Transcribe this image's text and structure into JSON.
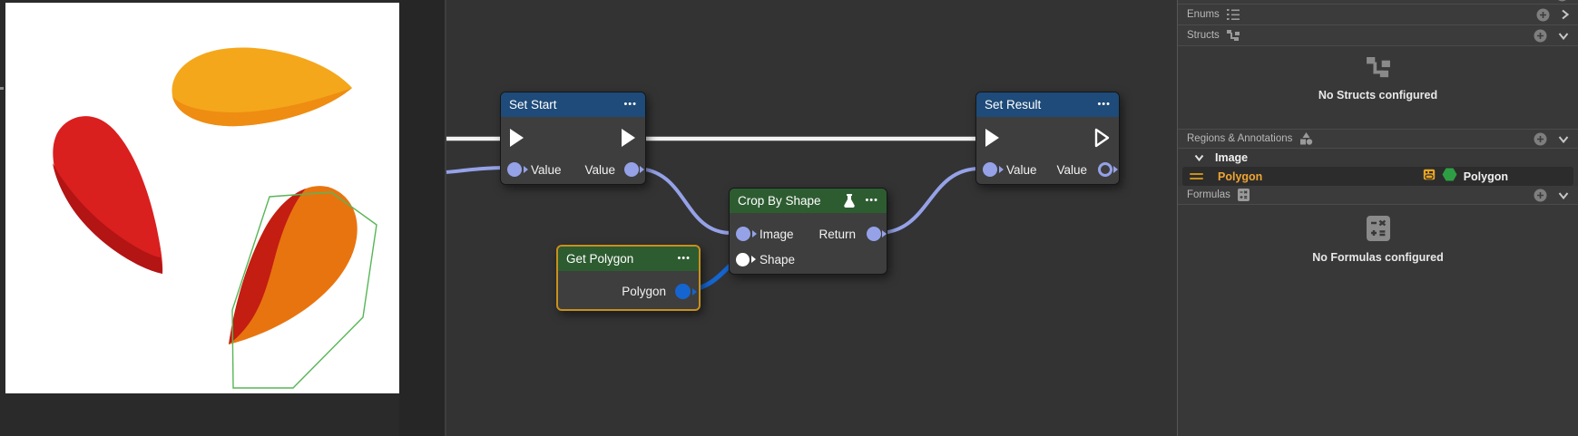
{
  "graph": {
    "menu_icon": "•••",
    "nodes": {
      "set_start": {
        "title": "Set Start",
        "in_label": "Value",
        "out_label": "Value"
      },
      "crop_by_shape": {
        "title": "Crop By Shape",
        "in1_label": "Image",
        "out1_label": "Return",
        "in2_label": "Shape"
      },
      "get_polygon": {
        "title": "Get Polygon",
        "out1_label": "Polygon"
      },
      "set_result": {
        "title": "Set Result",
        "in_label": "Value",
        "out_label": "Value"
      }
    },
    "wire_colors": {
      "exec": "#f2f2f2",
      "value": "#95a2e8",
      "polygon": "#1565d0"
    },
    "header_colors": {
      "setter_blue": "#1e4b79",
      "function_green": "#2e5c31",
      "selected_border": "#c8901c"
    }
  },
  "panel": {
    "enums": {
      "label": "Enums"
    },
    "structs": {
      "label": "Structs",
      "empty": "No Structs configured"
    },
    "regions": {
      "label": "Regions & Annotations"
    },
    "formulas": {
      "label": "Formulas",
      "empty": "No Formulas configured"
    },
    "tree": {
      "group": "Image",
      "item_name": "Polygon",
      "item_type": "Polygon"
    },
    "accent": {
      "item_orange": "#f0a532",
      "hexagon_green": "#2e9e44"
    }
  },
  "viewer": {
    "annotation_outline": "#57b657",
    "petals": [
      {
        "name": "yellow-petal",
        "fill": "#F5A71B",
        "shade": "#EE8D12"
      },
      {
        "name": "red-petal",
        "fill": "#DA1F1F",
        "shade": "#B31414"
      },
      {
        "name": "orange-petal",
        "fill": "#E87410",
        "shade": "#C41D12"
      }
    ]
  }
}
